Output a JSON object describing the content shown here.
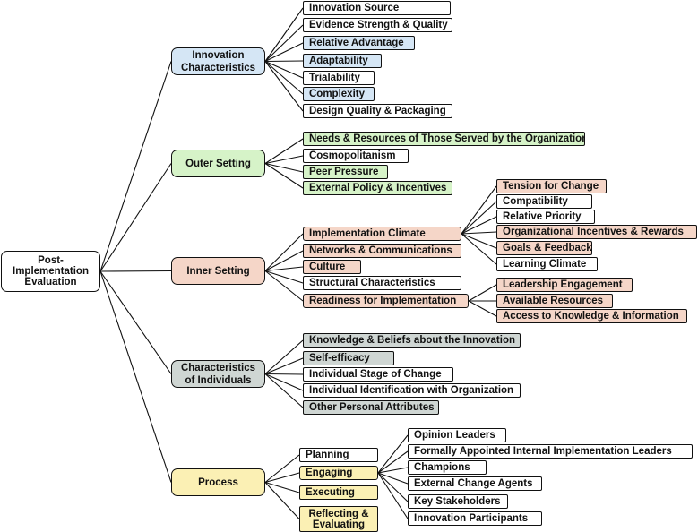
{
  "colors": {
    "blue": "#d5e6f5",
    "green": "#d6f3c8",
    "red": "#f5d6c8",
    "gray": "#cfd6d3",
    "yellow": "#fbf0b4",
    "white": "#ffffff",
    "line": "#111111"
  },
  "root": {
    "label": "Post-Implementation Evaluation"
  },
  "categories": [
    {
      "label": "Innovation Characteristics",
      "color": "blue",
      "children": [
        {
          "label": "Innovation Source",
          "color": "white"
        },
        {
          "label": "Evidence Strength & Quality",
          "color": "white"
        },
        {
          "label": "Relative Advantage",
          "color": "blue"
        },
        {
          "label": "Adaptability",
          "color": "blue"
        },
        {
          "label": "Trialability",
          "color": "white"
        },
        {
          "label": "Complexity",
          "color": "blue"
        },
        {
          "label": "Design Quality & Packaging",
          "color": "white"
        }
      ]
    },
    {
      "label": "Outer Setting",
      "color": "green",
      "children": [
        {
          "label": "Needs & Resources of Those Served by the Organization",
          "color": "green"
        },
        {
          "label": "Cosmopolitanism",
          "color": "white"
        },
        {
          "label": "Peer Pressure",
          "color": "green"
        },
        {
          "label": "External Policy & Incentives",
          "color": "green"
        }
      ]
    },
    {
      "label": "Inner Setting",
      "color": "red",
      "children": [
        {
          "label": "Implementation Climate",
          "color": "red",
          "children": [
            {
              "label": "Tension for Change",
              "color": "red"
            },
            {
              "label": "Compatibility",
              "color": "white"
            },
            {
              "label": "Relative Priority",
              "color": "white"
            },
            {
              "label": "Organizational Incentives & Rewards",
              "color": "red"
            },
            {
              "label": "Goals & Feedback",
              "color": "red"
            },
            {
              "label": "Learning Climate",
              "color": "white"
            }
          ]
        },
        {
          "label": "Networks & Communications",
          "color": "red"
        },
        {
          "label": "Culture",
          "color": "red"
        },
        {
          "label": "Structural Characteristics",
          "color": "white"
        },
        {
          "label": "Readiness for Implementation",
          "color": "red",
          "children": [
            {
              "label": "Leadership Engagement",
              "color": "red"
            },
            {
              "label": "Available Resources",
              "color": "red"
            },
            {
              "label": "Access to Knowledge & Information",
              "color": "red"
            }
          ]
        }
      ]
    },
    {
      "label": "Characteristics of Individuals",
      "color": "gray",
      "children": [
        {
          "label": "Knowledge & Beliefs about the Innovation",
          "color": "gray"
        },
        {
          "label": "Self-efficacy",
          "color": "gray"
        },
        {
          "label": "Individual Stage of Change",
          "color": "white"
        },
        {
          "label": "Individual Identification with Organization",
          "color": "white"
        },
        {
          "label": "Other Personal Attributes",
          "color": "gray"
        }
      ]
    },
    {
      "label": "Process",
      "color": "yellow",
      "children": [
        {
          "label": "Planning",
          "color": "white"
        },
        {
          "label": "Engaging",
          "color": "yellow",
          "children": [
            {
              "label": "Opinion Leaders",
              "color": "white"
            },
            {
              "label": "Formally Appointed Internal Implementation Leaders",
              "color": "white"
            },
            {
              "label": "Champions",
              "color": "white"
            },
            {
              "label": "External Change Agents",
              "color": "white"
            },
            {
              "label": "Key Stakeholders",
              "color": "white"
            },
            {
              "label": "Innovation Participants",
              "color": "white"
            }
          ]
        },
        {
          "label": "Executing",
          "color": "yellow"
        },
        {
          "label": "Reflecting & Evaluating",
          "color": "yellow"
        }
      ]
    }
  ]
}
